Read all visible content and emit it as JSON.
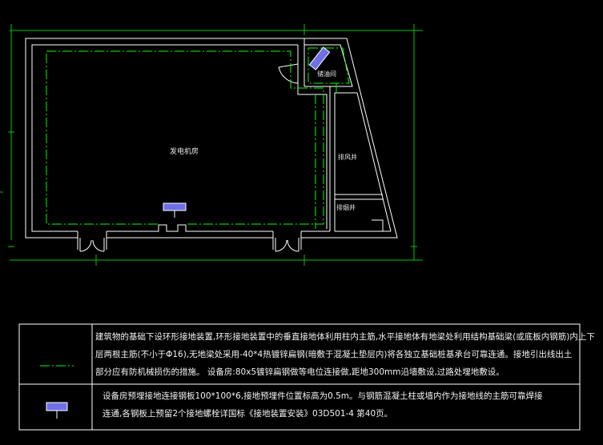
{
  "rooms": {
    "generator_room": "发电机房",
    "oil_storage": "储油间",
    "exhaust_shaft": "排风井",
    "smoke_shaft": "排烟井"
  },
  "legend": {
    "row1_line1": "建筑物的基础下设环形接地装置,环形接地装置中的垂直接地体利用柱内主筋,水平接地体有地梁处利用结构基础梁(或底板内钢筋)内上下",
    "row1_line2": "层两根主筋(不小于Φ16),无地梁处采用-40*4热镀锌扁钢(暗敷于混凝土垫层内)将各独立基础桩基承台可靠连通。接地引出线出土",
    "row1_line3": "部分应有防机械损伤的措施。                     设备房:80x5镀锌扁钢做等电位连接做,距地300mm沿墙敷设,过路处埋地敷设。",
    "row2_line1": "设备房预埋接地连接钢板100*100*6,接地预埋件位置标高为0.5m。与钢筋混凝土柱或墙内作为接地线的主筋可靠焊接",
    "row2_line2": "连通,各钢板上预留2个接地螺栓详国标《接地装置安装》03D501-4   第40页。"
  },
  "colors": {
    "background": "#000000",
    "wall": "#ffffff",
    "grounding_line": "#00ff00",
    "axis_line": "#00ff00",
    "plate_fill": "#6f6fe8"
  }
}
